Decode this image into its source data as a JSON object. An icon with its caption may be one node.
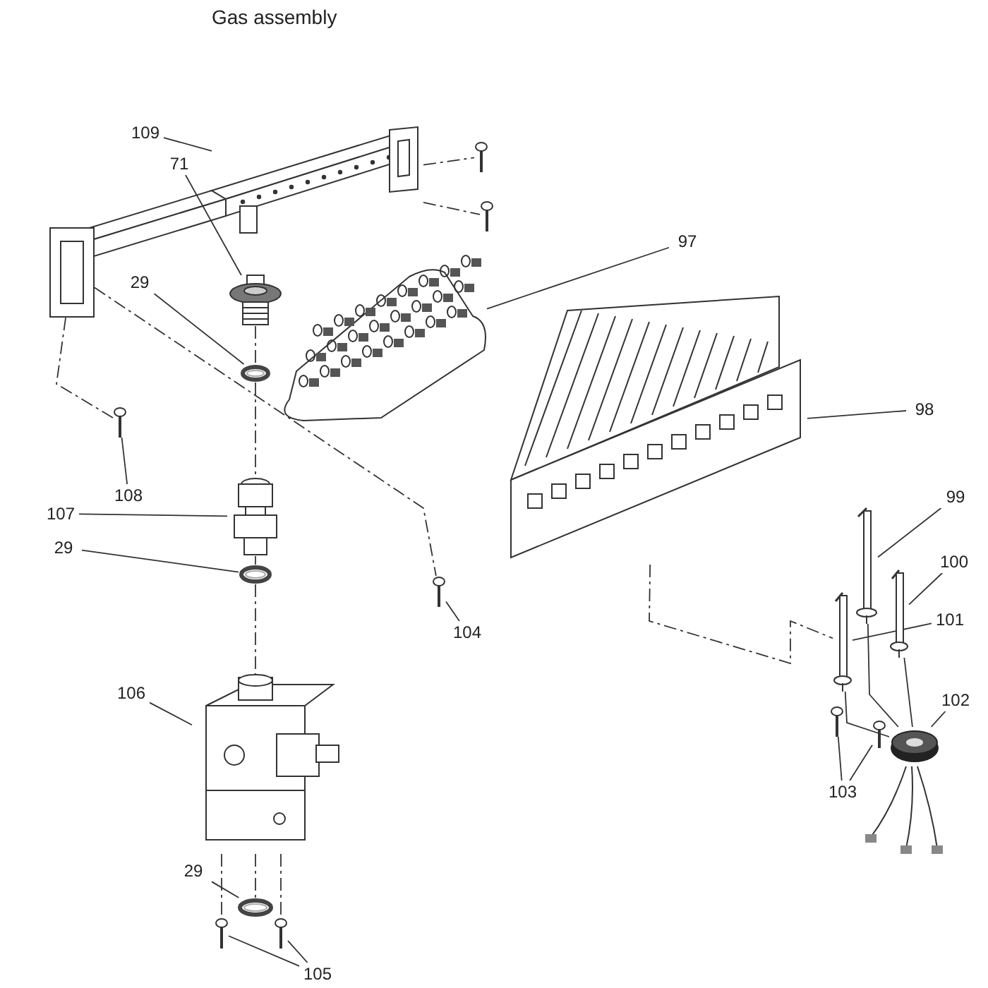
{
  "diagram": {
    "title": "Gas assembly",
    "nodes": [
      {
        "text": [
          "109"
        ]
      },
      {
        "text": [
          "71"
        ]
      },
      {
        "text": [
          "29"
        ]
      },
      {
        "text": [
          "97"
        ]
      },
      {
        "text": [
          "98"
        ]
      },
      {
        "text": [
          "108"
        ]
      },
      {
        "text": [
          "107"
        ]
      },
      {
        "text": [
          "29"
        ]
      },
      {
        "text": [
          "104"
        ]
      },
      {
        "text": [
          "99"
        ]
      },
      {
        "text": [
          "100"
        ]
      },
      {
        "text": [
          "101"
        ]
      },
      {
        "text": [
          "106"
        ]
      },
      {
        "text": [
          "102"
        ]
      },
      {
        "text": [
          "103"
        ]
      },
      {
        "text": [
          "29"
        ]
      },
      {
        "text": [
          "105"
        ]
      },
      {
        "text": [],
        "shape": "picture"
      },
      {
        "text": [],
        "shape": "picture"
      },
      {
        "text": [],
        "shape": "circle"
      },
      {
        "text": [],
        "shape": "picture"
      },
      {
        "text": [],
        "shape": "picture"
      },
      {
        "text": [],
        "shape": "picture"
      },
      {
        "text": [],
        "shape": "picture"
      },
      {
        "text": [],
        "shape": "picture"
      },
      {
        "text": [],
        "shape": "picture"
      },
      {
        "text": [],
        "shape": "picture"
      },
      {
        "text": [],
        "shape": "picture"
      },
      {
        "text": [],
        "shape": "picture"
      },
      {
        "text": [],
        "shape": "picture"
      },
      {
        "text": [],
        "shape": "picture"
      },
      {
        "text": [],
        "shape": "circle"
      },
      {
        "text": [],
        "shape": "circle"
      },
      {
        "text": [],
        "shape": "picture"
      },
      {
        "text": [],
        "shape": "picture"
      },
      {
        "text": [],
        "shape": "picture"
      },
      {
        "text": [],
        "shape": "picture"
      },
      {
        "text": [],
        "shape": "picture"
      },
      {
        "text": [],
        "shape": "box"
      }
    ],
    "edges": [
      {
        "from": 0,
        "to": 17,
        "arrow": "none"
      },
      {
        "from": 1,
        "to": 18,
        "arrow": "none"
      },
      {
        "from": 2,
        "to": 19,
        "arrow": "none"
      },
      {
        "from": 3,
        "to": 20,
        "arrow": "none"
      },
      {
        "from": 4,
        "to": 21,
        "arrow": "none"
      },
      {
        "from": 5,
        "to": 35,
        "arrow": "none"
      },
      {
        "from": 6,
        "to": 30,
        "arrow": "none"
      },
      {
        "from": 7,
        "to": 31,
        "arrow": "none"
      },
      {
        "from": 8,
        "to": 28,
        "arrow": "none"
      },
      {
        "from": 9,
        "to": 22,
        "arrow": "none"
      },
      {
        "from": 10,
        "to": 23,
        "arrow": "none"
      },
      {
        "from": 11,
        "to": 24,
        "arrow": "none"
      },
      {
        "from": 12,
        "to": 29,
        "arrow": "none"
      },
      {
        "from": 13,
        "to": 25,
        "arrow": "none"
      },
      {
        "from": 14,
        "to": 26,
        "arrow": "none"
      },
      {
        "from": 14,
        "to": 27,
        "arrow": "none"
      },
      {
        "from": 15,
        "to": 32,
        "arrow": "none"
      },
      {
        "from": 16,
        "to": 33,
        "arrow": "none"
      },
      {
        "from": 16,
        "to": 34,
        "arrow": "none"
      },
      {
        "from": 18,
        "to": 19,
        "arrow": "none",
        "style": "dashed"
      },
      {
        "from": 19,
        "to": 30,
        "arrow": "none",
        "style": "dashed"
      },
      {
        "from": 30,
        "to": 31,
        "arrow": "none",
        "style": "dashed"
      },
      {
        "from": 31,
        "to": 29,
        "arrow": "none",
        "style": "dashed"
      },
      {
        "from": 29,
        "to": 32,
        "arrow": "none",
        "style": "dashed"
      },
      {
        "from": 29,
        "to": 33,
        "arrow": "none",
        "style": "dashed"
      },
      {
        "from": 29,
        "to": 34,
        "arrow": "none",
        "style": "dashed"
      },
      {
        "from": 17,
        "to": 36,
        "arrow": "none",
        "style": "dashed"
      },
      {
        "from": 17,
        "to": 37,
        "arrow": "none",
        "style": "dashed"
      },
      {
        "from": 35,
        "to": 38,
        "arrow": "none",
        "style": "dashed"
      },
      {
        "from": 38,
        "to": 28,
        "arrow": "none",
        "style": "dashed"
      },
      {
        "from": 21,
        "to": 24,
        "arrow": "none",
        "style": "dashed"
      },
      {
        "from": 22,
        "to": 25,
        "arrow": "none"
      },
      {
        "from": 23,
        "to": 25,
        "arrow": "none"
      },
      {
        "from": 24,
        "to": 25,
        "arrow": "none"
      }
    ]
  }
}
